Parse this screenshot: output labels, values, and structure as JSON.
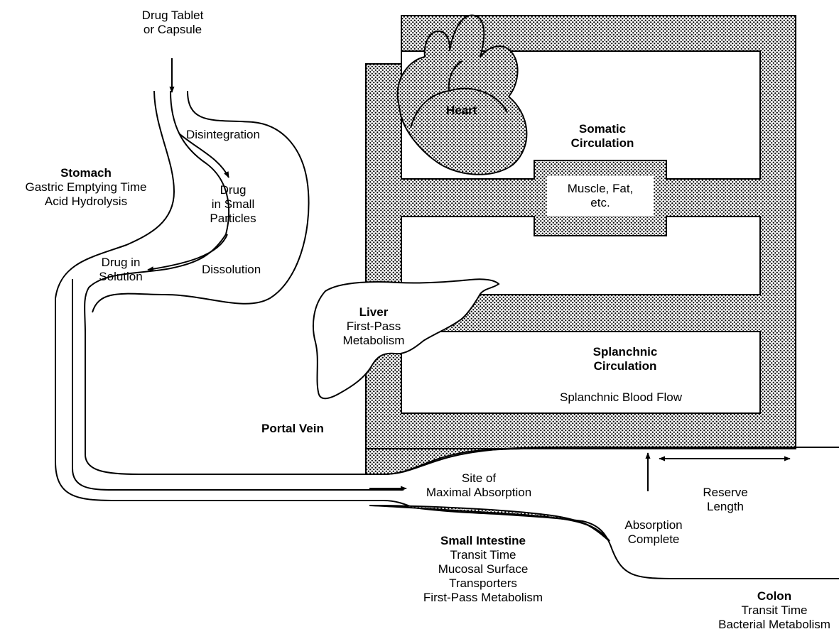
{
  "tablet": {
    "line1": "Drug Tablet",
    "line2": "or Capsule"
  },
  "disintegration": "Disintegration",
  "stomach": {
    "title": "Stomach",
    "line1": "Gastric Emptying Time",
    "line2": "Acid Hydrolysis"
  },
  "particles": {
    "line1": "Drug",
    "line2": "in Small",
    "line3": "Particles"
  },
  "solution": {
    "line1": "Drug in",
    "line2": "Solution"
  },
  "dissolution": "Dissolution",
  "heart": "Heart",
  "somatic": {
    "line1": "Somatic",
    "line2": "Circulation"
  },
  "muscle": {
    "line1": "Muscle, Fat,",
    "line2": "etc."
  },
  "liver": {
    "title": "Liver",
    "line1": "First-Pass",
    "line2": "Metabolism"
  },
  "splanchnic": {
    "line1": "Splanchnic",
    "line2": "Circulation",
    "flow": "Splanchnic Blood Flow"
  },
  "portal_vein": "Portal Vein",
  "absorption_site": {
    "line1": "Site of",
    "line2": "Maximal Absorption"
  },
  "reserve": {
    "line1": "Reserve",
    "line2": "Length"
  },
  "absorption_complete": {
    "line1": "Absorption",
    "line2": "Complete"
  },
  "small_intestine": {
    "title": "Small Intestine",
    "line1": "Transit Time",
    "line2": "Mucosal Surface",
    "line3": "Transporters",
    "line4": "First-Pass Metabolism"
  },
  "colon": {
    "title": "Colon",
    "line1": "Transit Time",
    "line2": "Bacterial Metabolism"
  }
}
